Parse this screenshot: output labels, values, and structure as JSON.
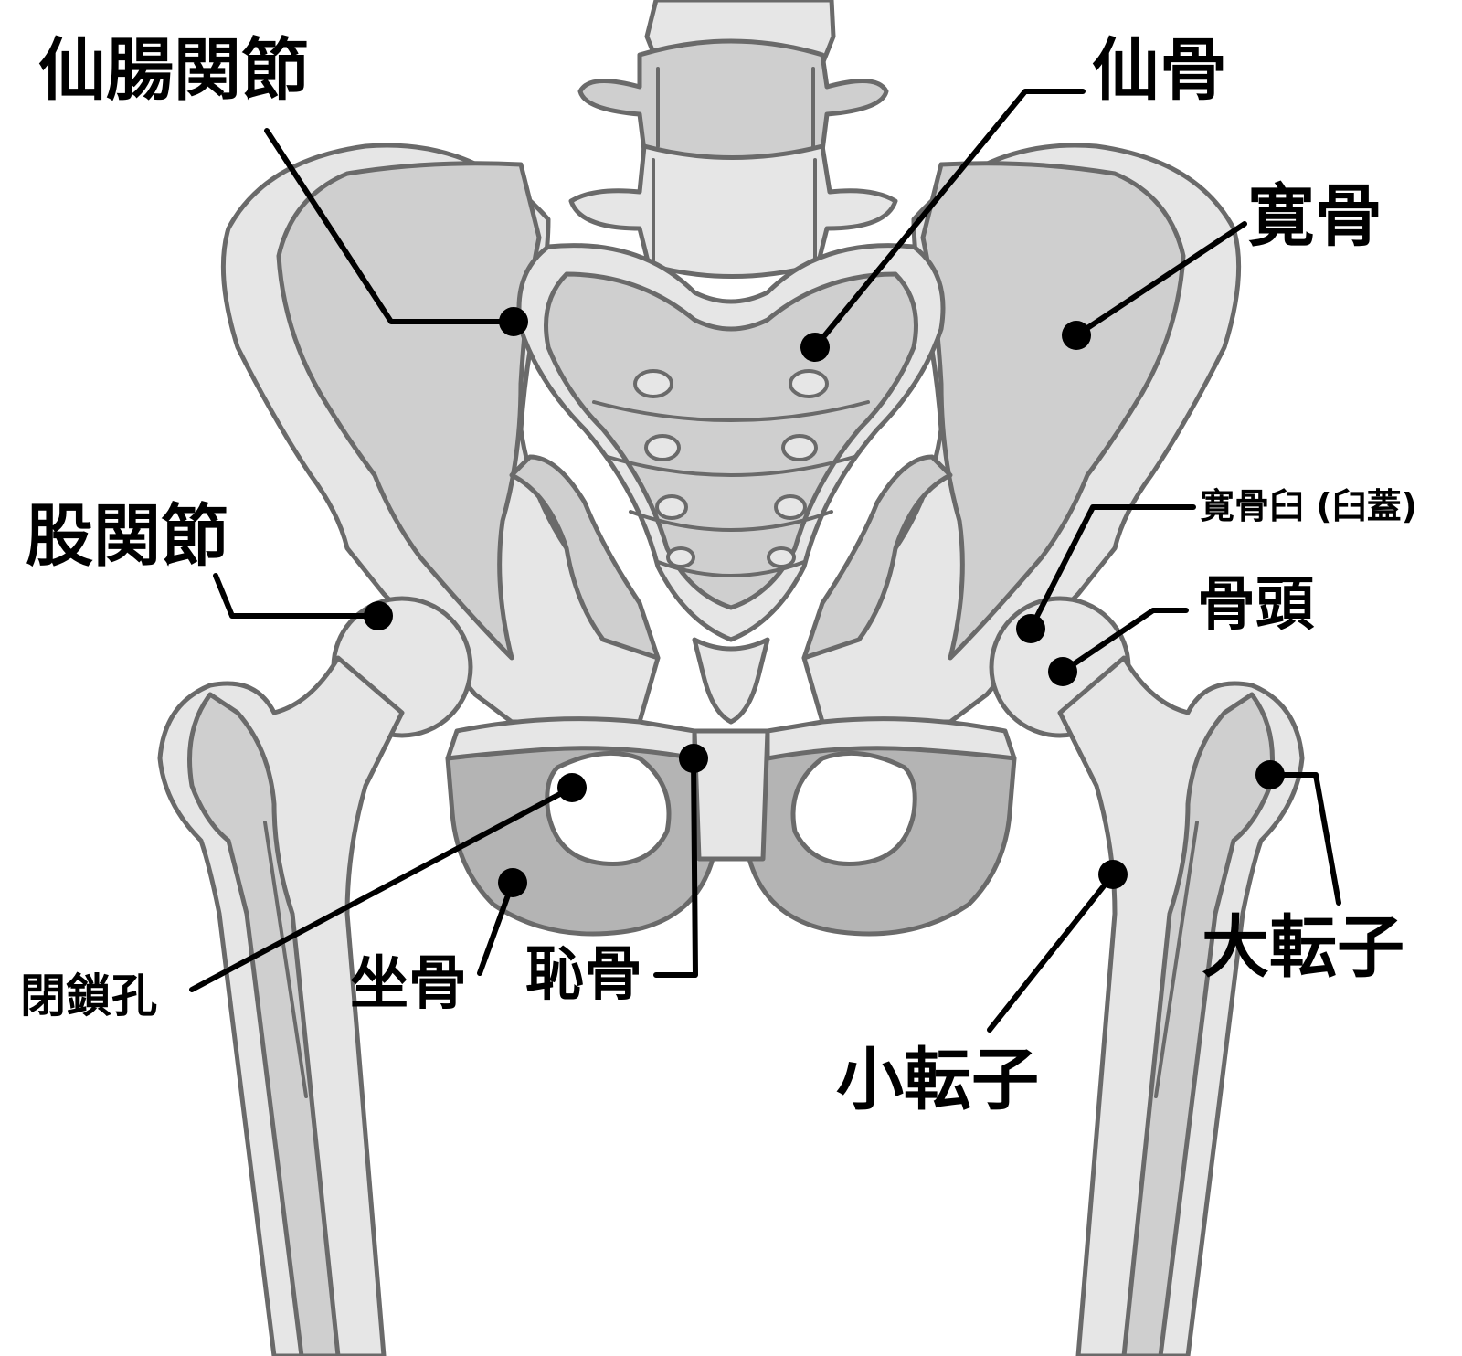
{
  "labels": {
    "sacroiliac_joint": "仙腸関節",
    "sacrum": "仙骨",
    "ilium": "寛骨",
    "hip_joint": "股関節",
    "acetabulum": "寛骨臼 (臼蓋)",
    "femoral_head": "骨頭",
    "greater_trochanter": "大転子",
    "lesser_trochanter": "小転子",
    "obturator_foramen": "閉鎖孔",
    "ischium": "坐骨",
    "pubis": "恥骨"
  }
}
